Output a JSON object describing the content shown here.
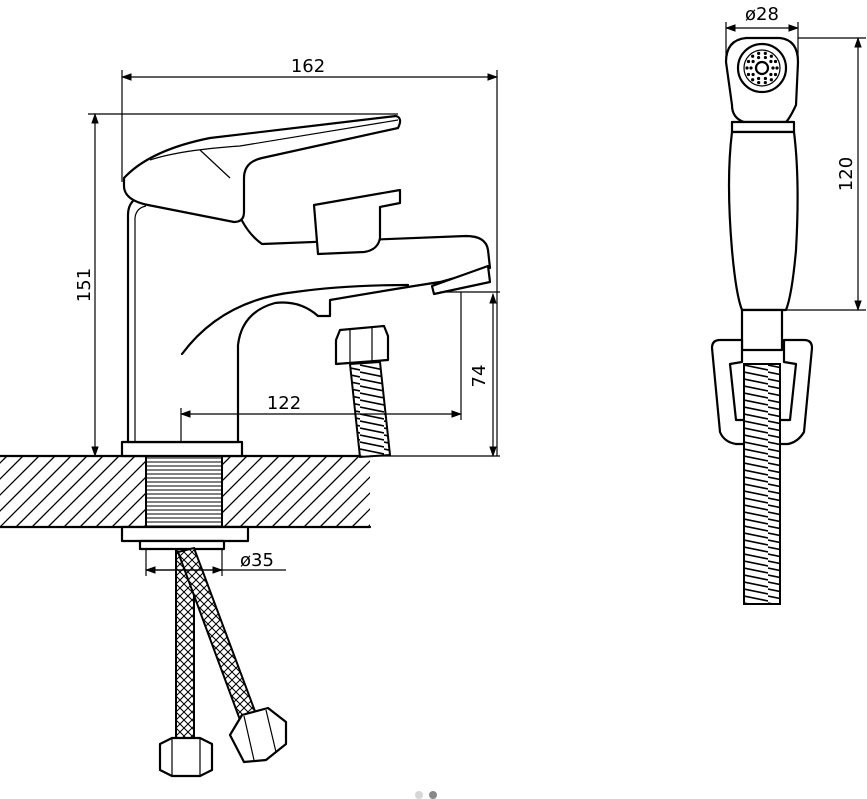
{
  "dimensions": {
    "faucet_width": "162",
    "faucet_height": "151",
    "spout_reach": "122",
    "spout_height": "74",
    "base_diameter": "ø35",
    "shower_head_diameter": "ø28",
    "shower_length": "120"
  },
  "pager": {
    "count": 2,
    "active_index": 1,
    "active_color": "#888888",
    "inactive_color": "#d6d6d6"
  }
}
